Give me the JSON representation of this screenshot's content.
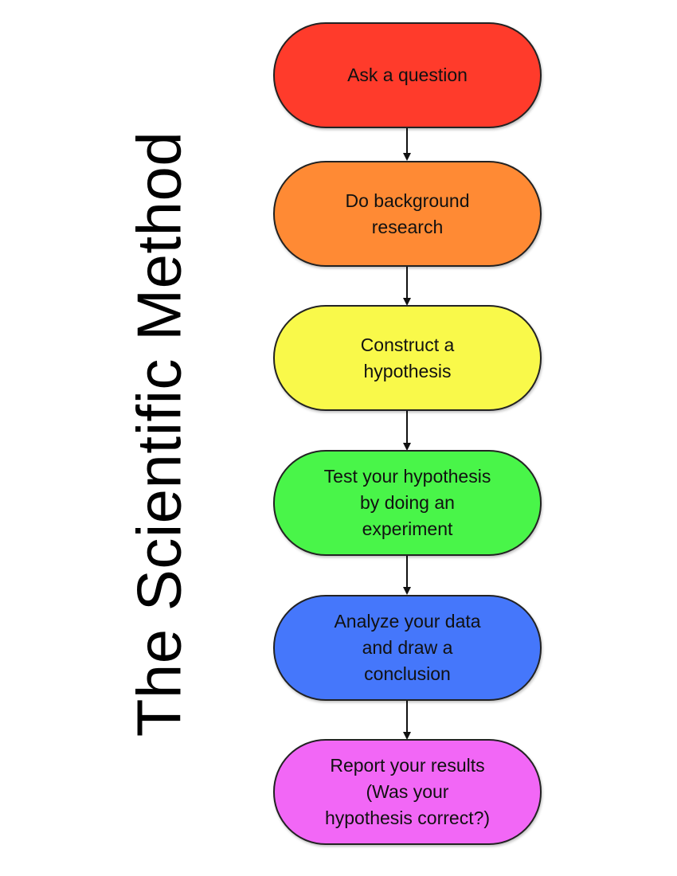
{
  "title": "The Scientific Method",
  "steps": [
    {
      "label": "Ask a question",
      "color": "#ff3b2b"
    },
    {
      "label": "Do background\nresearch",
      "color": "#ff8a34"
    },
    {
      "label": "Construct a\nhypothesis",
      "color": "#f9f94a"
    },
    {
      "label": "Test your hypothesis\nby doing an\nexperiment",
      "color": "#49f549"
    },
    {
      "label": "Analyze your data\nand draw a\nconclusion",
      "color": "#4577fb"
    },
    {
      "label": "Report your results\n(Was your\nhypothesis correct?)",
      "color": "#f267f6"
    }
  ]
}
